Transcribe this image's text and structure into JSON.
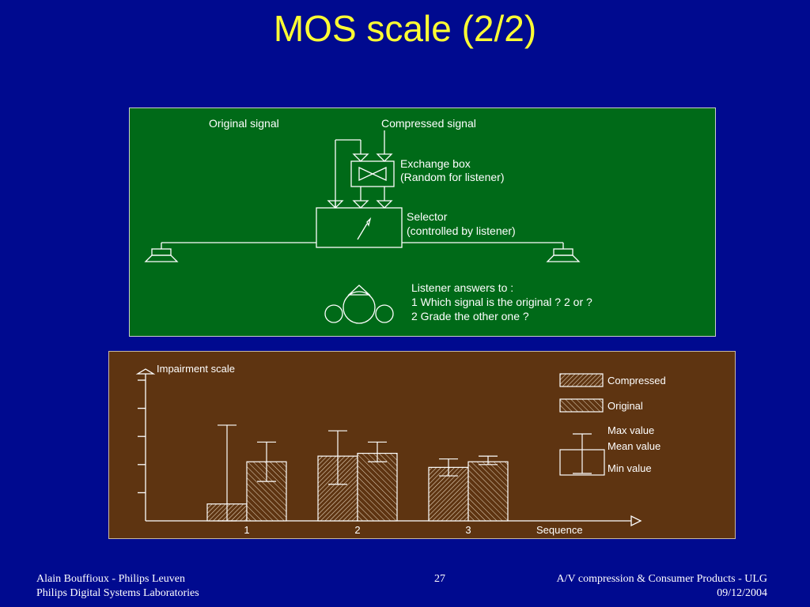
{
  "slide": {
    "title": "MOS scale (2/2)",
    "footer_left_1": "Alain Bouffioux - Philips Leuven",
    "footer_left_2": "Philips Digital Systems Laboratories",
    "page_number": "27",
    "footer_right_1": "A/V compression & Consumer Products - ULG",
    "footer_right_2": "09/12/2004"
  },
  "diagram": {
    "original_label": "Original signal",
    "compressed_label": "Compressed signal",
    "exchange_label_1": "Exchange box",
    "exchange_label_2": "(Random for listener)",
    "selector_label_1": "Selector",
    "selector_label_2": "(controlled by listener)",
    "question_1": "Listener answers to :",
    "question_2": "1 Which signal is the original ? 2 or ?",
    "question_3": "2 Grade the other one ?"
  },
  "chart_data": {
    "type": "bar",
    "categories": [
      "1",
      "2",
      "3"
    ],
    "xlabel": "Sequence",
    "ylabel": "Impairment scale",
    "ylim": [
      0,
      5
    ],
    "series": [
      {
        "name": "Compressed",
        "values": [
          0.6,
          2.3,
          1.9
        ],
        "min": [
          0.0,
          1.3,
          1.6
        ],
        "max": [
          3.4,
          3.2,
          2.2
        ]
      },
      {
        "name": "Original",
        "values": [
          2.1,
          2.4,
          2.1
        ],
        "min": [
          1.4,
          2.1,
          2.0
        ],
        "max": [
          2.8,
          2.8,
          2.3
        ]
      }
    ],
    "legend_items": [
      "Compressed",
      "Original",
      "Max value",
      "Mean value",
      "Min value"
    ],
    "legend_position": "top-right",
    "colors": {
      "axis": "#ffffff",
      "background": "#5e3411"
    }
  }
}
